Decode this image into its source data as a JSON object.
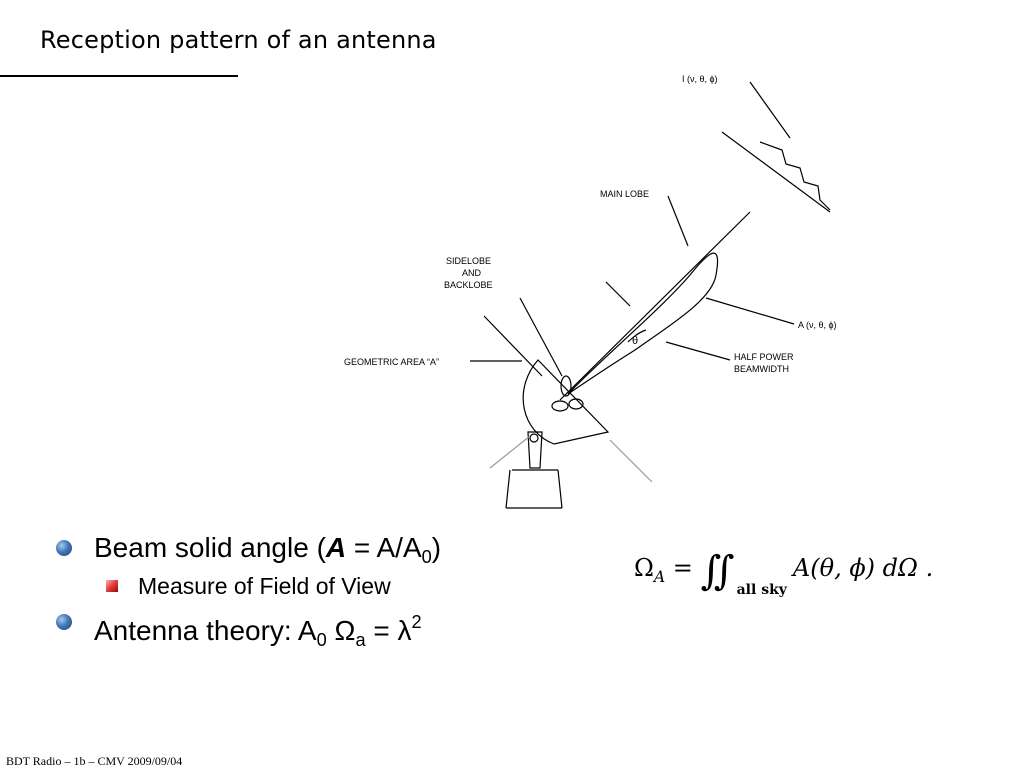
{
  "slide": {
    "title": "Reception pattern of an antenna",
    "footer": "BDT Radio – 1b – CMV 2009/09/04"
  },
  "diagram": {
    "labels": {
      "intensity": "I (ν, θ, ϕ)",
      "main_lobe": "MAIN LOBE",
      "sidelobe_1": "SIDELOBE",
      "sidelobe_2": "AND",
      "sidelobe_3": "BACKLOBE",
      "pattern": "A (ν, θ, ϕ)",
      "geometric_area": "GEOMETRIC AREA “A”",
      "hpbw_1": "HALF POWER",
      "hpbw_2": "BEAMWIDTH",
      "theta": "θ"
    }
  },
  "bullets": {
    "b1": {
      "prefix": "Beam solid angle (",
      "symbol": "A",
      "mid": " = A/A",
      "sub": "0",
      "suffix": ")"
    },
    "b1_sub": {
      "text": "Measure of Field of View"
    },
    "b2": {
      "prefix": "Antenna theory: A",
      "sub0": "0",
      "omega": " Ω",
      "suba": "a",
      "eq": " = λ",
      "sup": "2"
    }
  },
  "formula": {
    "lhs": "Ω",
    "lhs_sub": "A",
    "equals": " = ",
    "integral": "∬",
    "limits": "all sky",
    "integrand": "A(θ, ϕ) dΩ ."
  },
  "colors": {
    "bullet_blue": "#3f78b8",
    "bullet_red": "#e23a3a"
  }
}
